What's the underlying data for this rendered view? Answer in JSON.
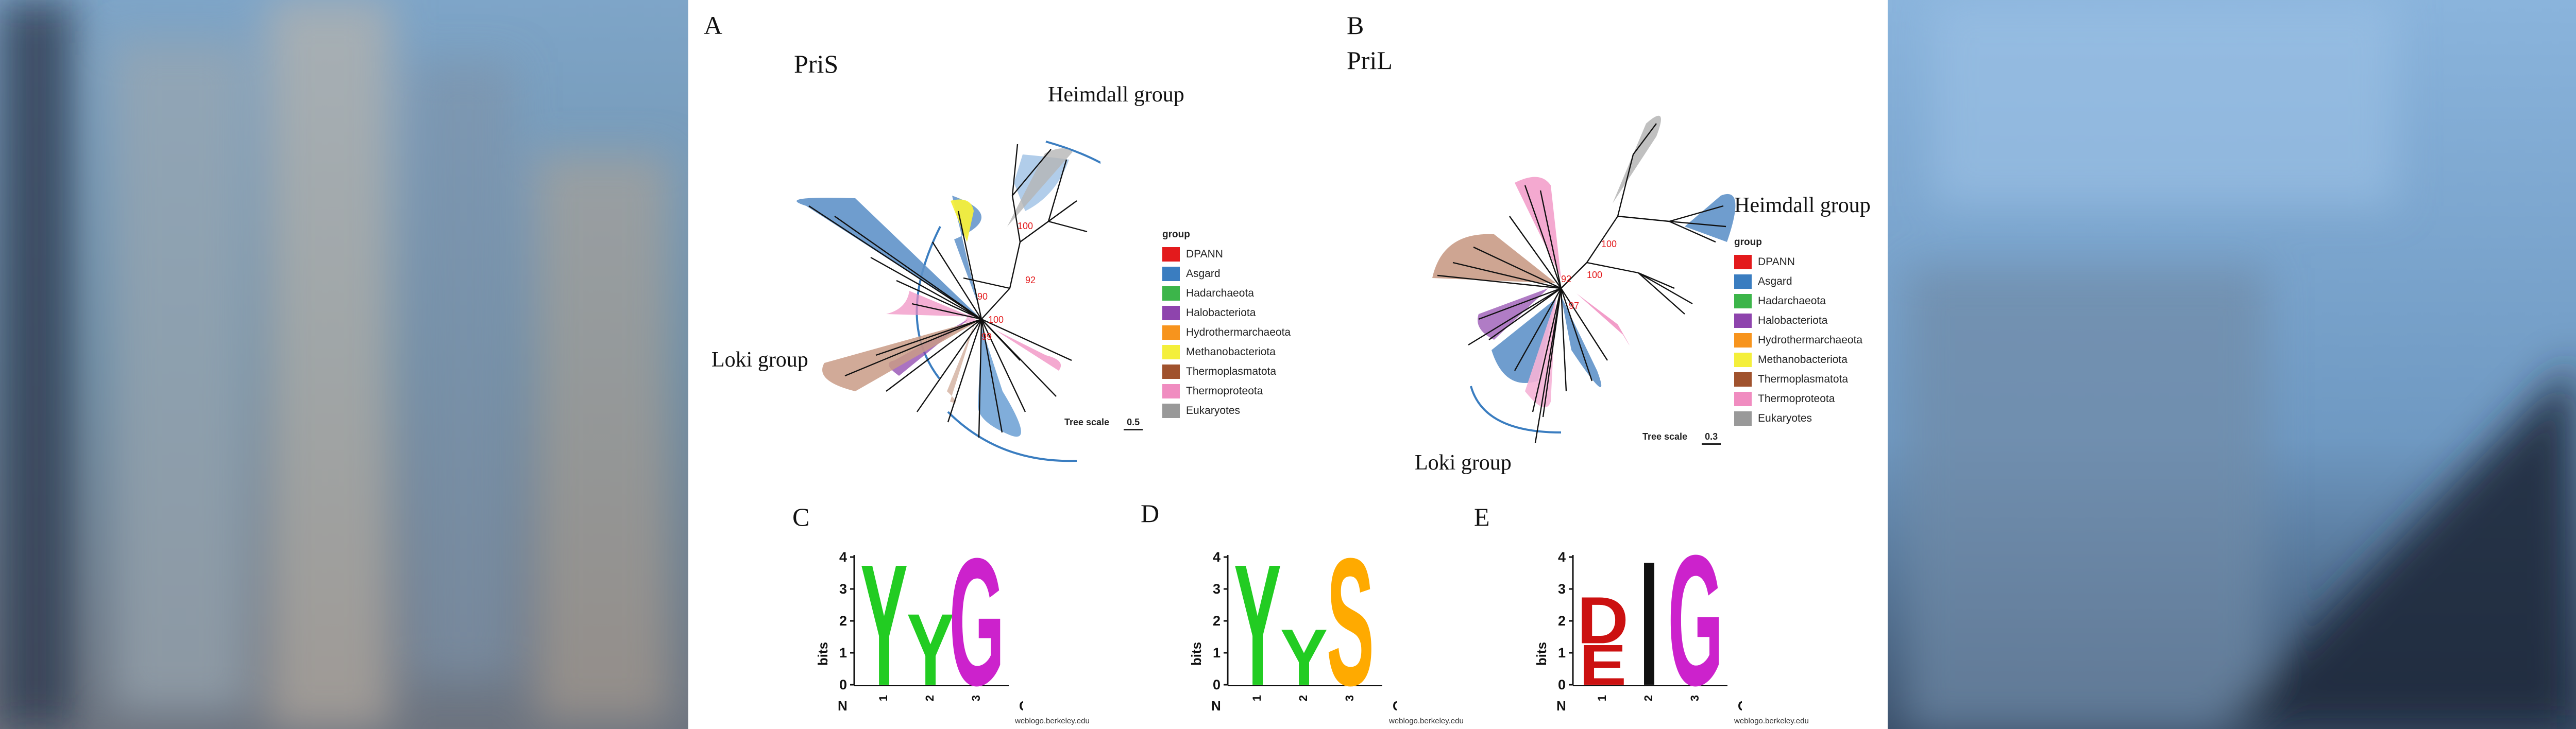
{
  "panels": {
    "a": {
      "letter": "A",
      "title": "PriS",
      "heimdall": "Heimdall group",
      "loki": "Loki group",
      "bootstrap": [
        "100",
        "92",
        "90",
        "100",
        "99"
      ],
      "scale_label": "Tree scale",
      "scale_value": "0.5"
    },
    "b": {
      "letter": "B",
      "title": "PriL",
      "heimdall": "Heimdall group",
      "loki": "Loki group",
      "bootstrap": [
        "100",
        "92",
        "100",
        "97"
      ],
      "scale_label": "Tree scale",
      "scale_value": "0.3"
    },
    "c": {
      "letter": "C"
    },
    "d": {
      "letter": "D"
    },
    "e": {
      "letter": "E"
    }
  },
  "legend": {
    "title": "group",
    "items": [
      {
        "label": "DPANN",
        "color": "#e31a1c"
      },
      {
        "label": "Asgard",
        "color": "#3a7dc0"
      },
      {
        "label": "Hadarchaeota",
        "color": "#3cb54a"
      },
      {
        "label": "Halobacteriota",
        "color": "#8e44ad"
      },
      {
        "label": "Hydrothermarchaeota",
        "color": "#f7941d"
      },
      {
        "label": "Methanobacteriota",
        "color": "#f4ef3b"
      },
      {
        "label": "Thermoplasmatota",
        "color": "#a0522d"
      },
      {
        "label": "Thermoproteota",
        "color": "#f08cc0"
      },
      {
        "label": "Eukaryotes",
        "color": "#999999"
      }
    ]
  },
  "logos": {
    "y_label": "bits",
    "y_ticks": [
      "0",
      "1",
      "2",
      "3",
      "4"
    ],
    "n_label": "N",
    "c_label": "C",
    "positions": [
      "1",
      "2",
      "3"
    ],
    "credit": "weblogo.berkeley.edu",
    "colors": {
      "Y": "#22cc22",
      "G": "#cc22cc",
      "S": "#ffaa00",
      "D": "#cc1111",
      "E": "#cc1111",
      "I": "#111111"
    },
    "c": [
      {
        "letter": "Y",
        "bits": 3.9
      },
      {
        "letter": "Y",
        "bits": 2.3
      },
      {
        "letter": "G",
        "bits": 4.1
      }
    ],
    "d": [
      {
        "letter": "Y",
        "bits": 3.9
      },
      {
        "letter": "Y",
        "bits": 1.8
      },
      {
        "letter": "S",
        "bits": 4.1
      }
    ],
    "e": [
      {
        "letter": "D",
        "bits": 2.8
      },
      {
        "letter": "I",
        "bits": 4.0
      },
      {
        "letter": "G",
        "bits": 4.2
      }
    ],
    "e_sub": {
      "letter": "E",
      "bits": 1.3
    }
  }
}
